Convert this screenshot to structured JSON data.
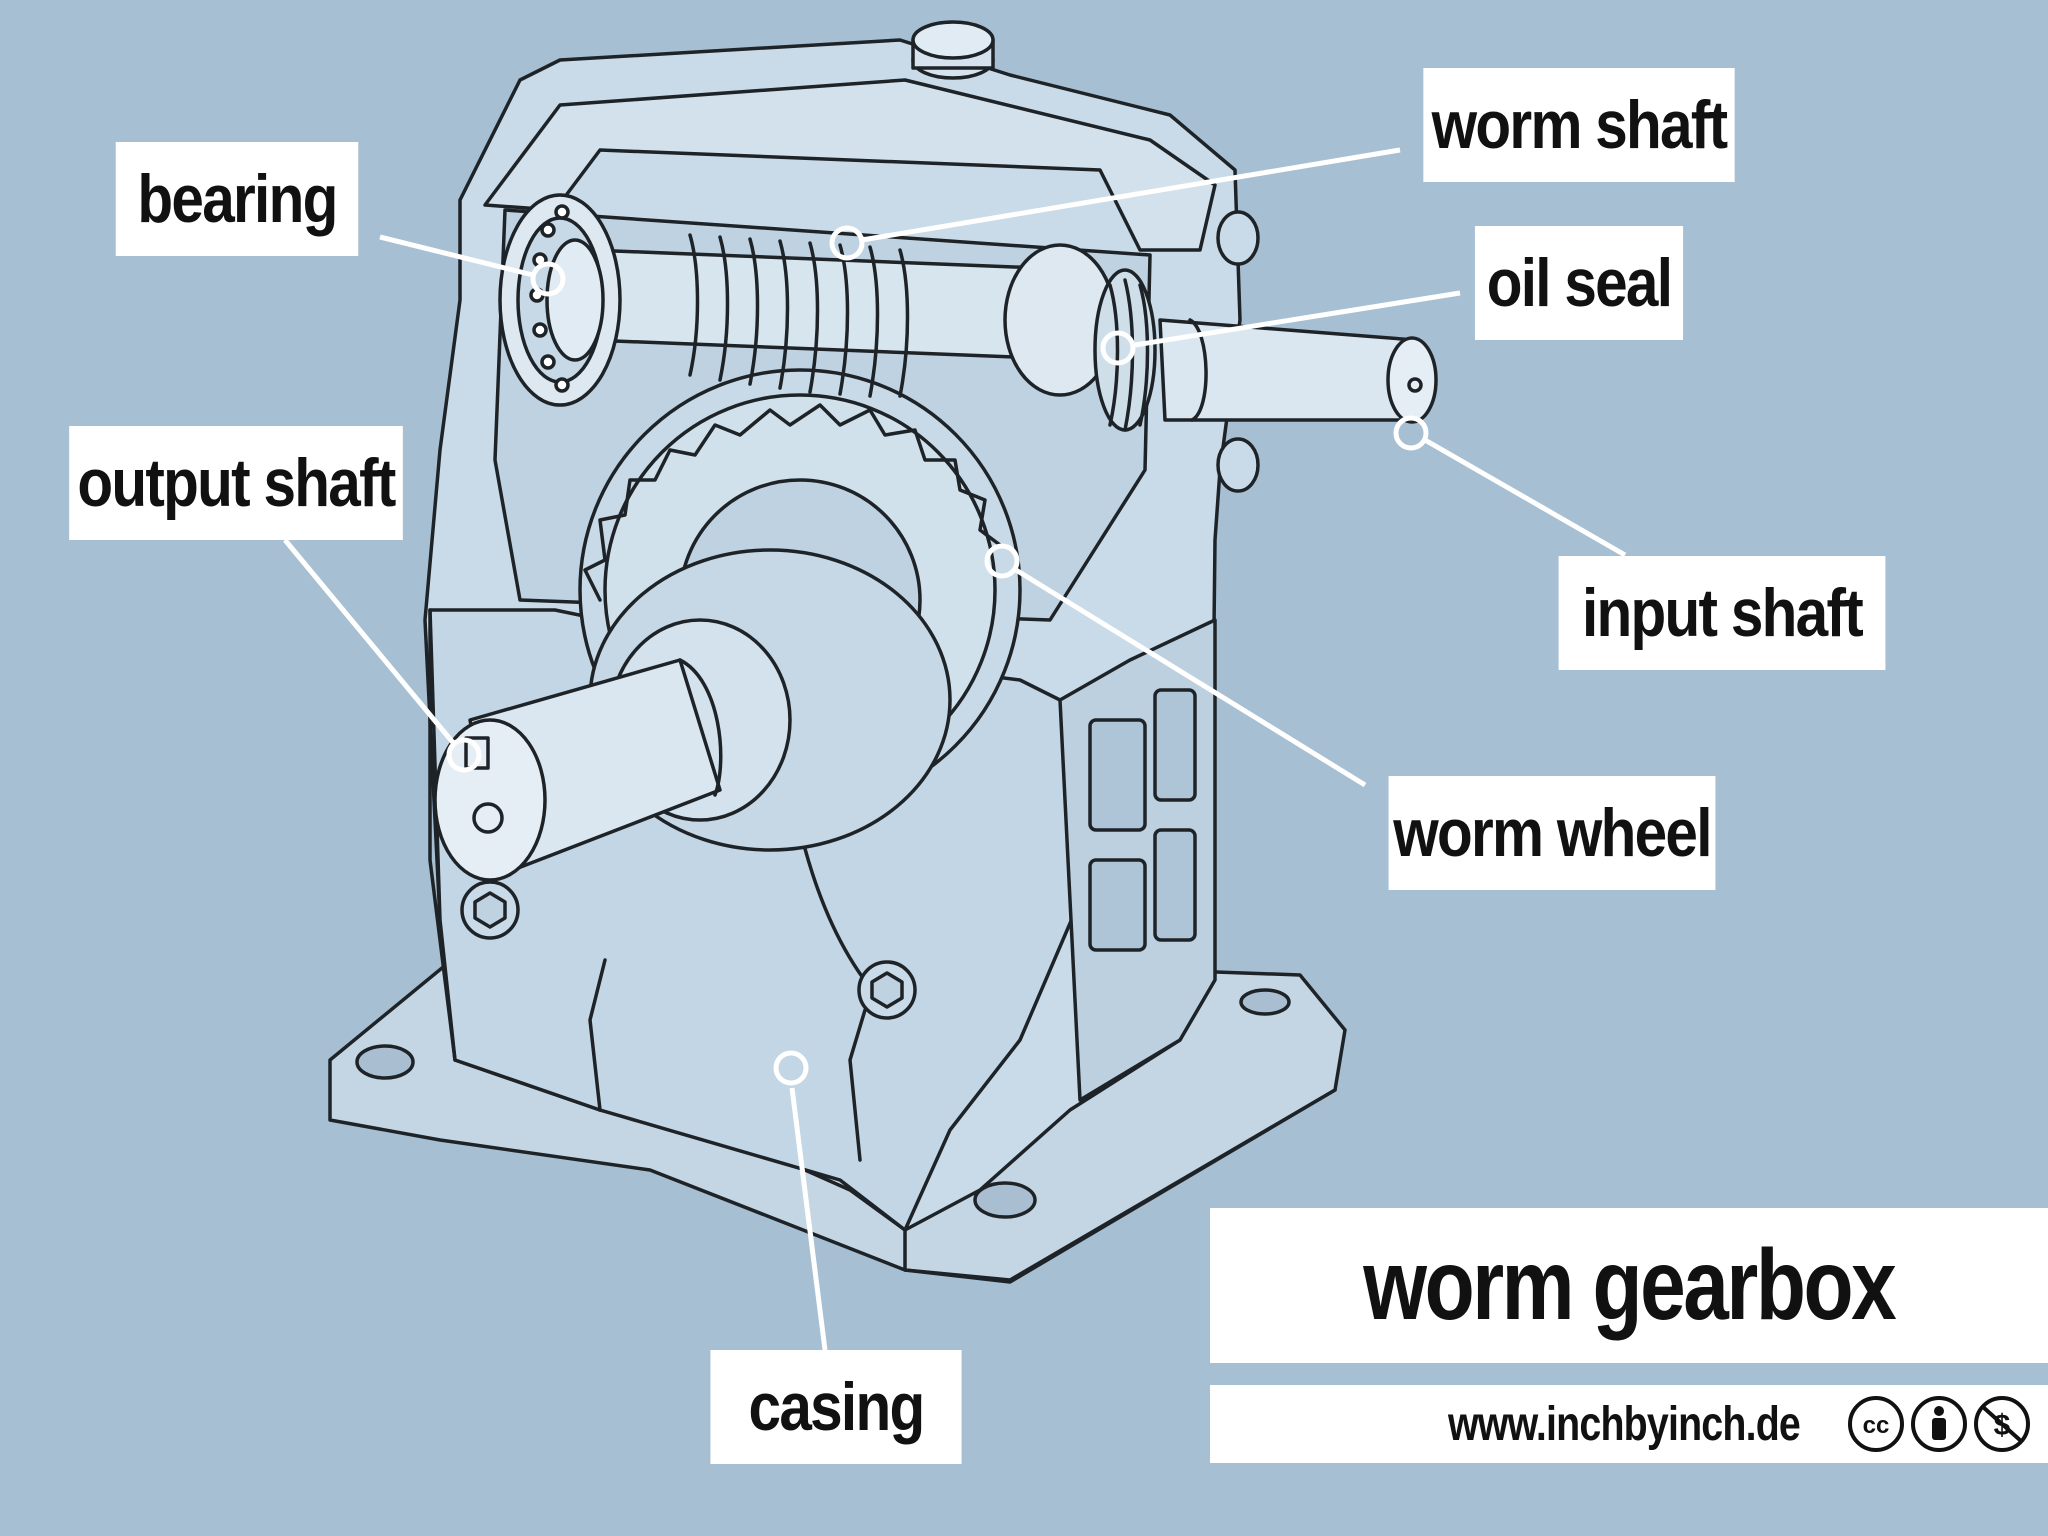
{
  "title": "worm gearbox",
  "website": "www.inchbyinch.de",
  "license_icons": [
    "creative-commons-icon",
    "attribution-icon",
    "noncommercial-icon"
  ],
  "colors": {
    "background": "#a7bfd3",
    "illustration_fill": "#c9dbe8",
    "line": "#1e2328",
    "label_bg": "#ffffff"
  },
  "labels": {
    "bearing": "bearing",
    "worm_shaft": "worm shaft",
    "oil_seal": "oil seal",
    "output_shaft": "output shaft",
    "input_shaft": "input shaft",
    "worm_wheel": "worm wheel",
    "casing": "casing"
  }
}
